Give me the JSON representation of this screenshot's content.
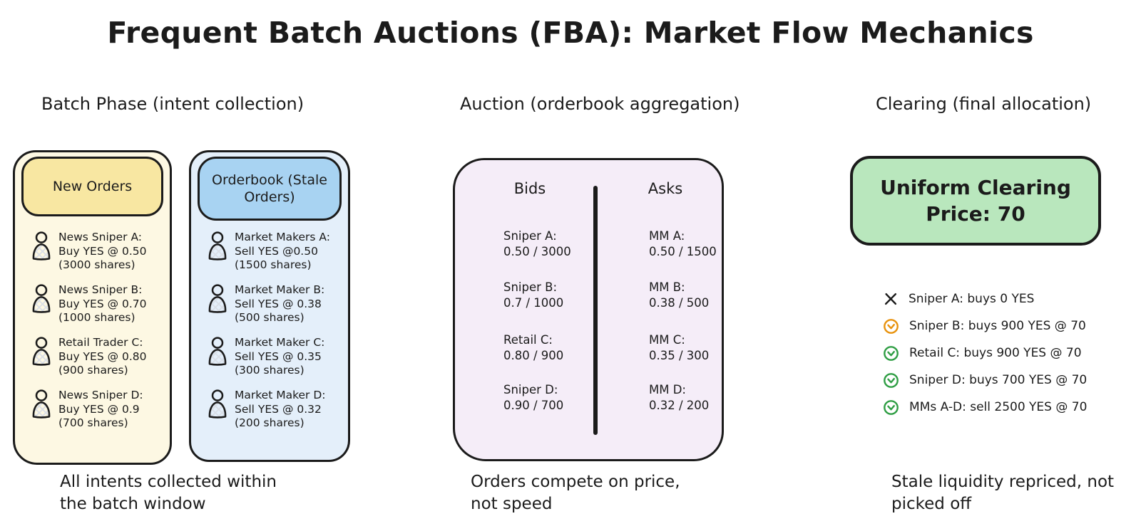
{
  "title": "Frequent Batch Auctions (FBA): Market Flow Mechanics",
  "sections": {
    "batch": {
      "heading": "Batch Phase (intent collection)",
      "caption_line1": "All intents collected within",
      "caption_line2": "the batch window"
    },
    "auction": {
      "heading": "Auction (orderbook aggregation)",
      "caption_line1": "Orders compete on price,",
      "caption_line2": "not speed"
    },
    "clearing": {
      "heading": "Clearing (final allocation)",
      "caption_line1": "Stale liquidity repriced, not",
      "caption_line2": "picked off"
    }
  },
  "new_orders": {
    "header": "New Orders",
    "entries": [
      {
        "name": "News Sniper A:",
        "order": "Buy YES @ 0.50",
        "shares": "(3000 shares)"
      },
      {
        "name": "News Sniper B:",
        "order": "Buy YES @ 0.70",
        "shares": "(1000 shares)"
      },
      {
        "name": "Retail Trader C:",
        "order": "Buy YES @ 0.80",
        "shares": "(900 shares)"
      },
      {
        "name": "News Sniper D:",
        "order": "Buy YES @ 0.9",
        "shares": "(700 shares)"
      }
    ]
  },
  "orderbook": {
    "header_line1": "Orderbook (Stale",
    "header_line2": "Orders)",
    "entries": [
      {
        "name": "Market Makers A:",
        "order": "Sell YES @0.50",
        "shares": "(1500 shares)"
      },
      {
        "name": "Market Maker B:",
        "order": "Sell YES @ 0.38",
        "shares": "(500 shares)"
      },
      {
        "name": "Market Maker C:",
        "order": "Sell YES @ 0.35",
        "shares": "(300 shares)"
      },
      {
        "name": "Market Maker D:",
        "order": "Sell YES @ 0.32",
        "shares": "(200 shares)"
      }
    ]
  },
  "auction_book": {
    "bids_header": "Bids",
    "asks_header": "Asks",
    "bids": [
      {
        "name": "Sniper A:",
        "value": "0.50 / 3000"
      },
      {
        "name": "Sniper B:",
        "value": "0.7 / 1000"
      },
      {
        "name": "Retail C:",
        "value": "0.80 / 900"
      },
      {
        "name": "Sniper D:",
        "value": "0.90 / 700"
      }
    ],
    "asks": [
      {
        "name": "MM A:",
        "value": "0.50 / 1500"
      },
      {
        "name": "MM B:",
        "value": "0.38 / 500"
      },
      {
        "name": "MM C:",
        "value": "0.35 / 300"
      },
      {
        "name": "MM D:",
        "value": "0.32 / 200"
      }
    ]
  },
  "clearing_box": {
    "line1": "Uniform Clearing",
    "line2": "Price: 70"
  },
  "results": [
    {
      "icon": "x-icon",
      "icon_color": "#1b1b1b",
      "text": "Sniper A: buys 0 YES"
    },
    {
      "icon": "check-circle-icon",
      "icon_color": "#e8920d",
      "text": "Sniper B: buys 900 YES @ 70"
    },
    {
      "icon": "check-circle-icon",
      "icon_color": "#2f9e44",
      "text": "Retail C: buys 900 YES @ 70"
    },
    {
      "icon": "check-circle-icon",
      "icon_color": "#2f9e44",
      "text": "Sniper D: buys 700 YES @ 70"
    },
    {
      "icon": "check-circle-icon",
      "icon_color": "#2f9e44",
      "text": "MMs A-D: sell 2500 YES @ 70"
    }
  ],
  "colors": {
    "ink": "#1b1b1b",
    "yellow_header": "#f8e7a2",
    "cream_body": "#fdf8e3",
    "blue_header": "#a8d3f2",
    "blue_body": "#e4effa",
    "purple_body": "#f5edf8",
    "green_box": "#b9e7bd",
    "check_green": "#2f9e44",
    "check_orange": "#e8920d",
    "hatch_gray": "#d9dee6"
  }
}
